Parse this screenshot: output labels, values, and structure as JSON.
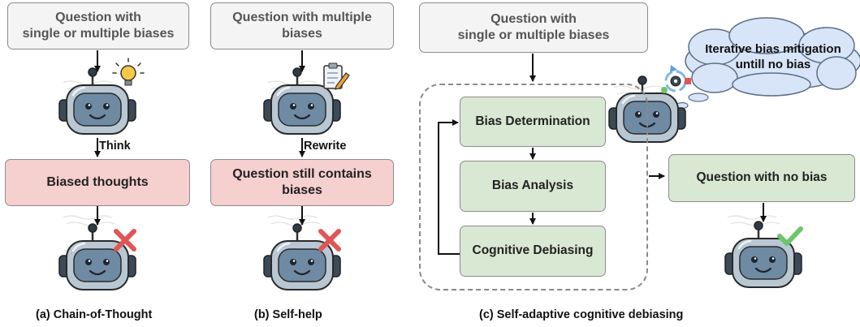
{
  "panels": {
    "a": {
      "question": "Question with\nsingle or multiple biases",
      "action": "Think",
      "result": "Biased thoughts",
      "caption": "(a) Chain-of-Thought",
      "outcome_icon": "cross-icon",
      "tool_icon": "lightbulb-icon"
    },
    "b": {
      "question": "Question with multiple\nbiases",
      "action": "Rewrite",
      "result": "Question still contains\nbiases",
      "caption": "(b) Self-help",
      "outcome_icon": "cross-icon",
      "tool_icon": "clipboard-pencil-icon"
    },
    "c": {
      "question": "Question with\nsingle or multiple biases",
      "steps": [
        "Bias Determination",
        "Bias Analysis",
        "Cognitive Debiasing"
      ],
      "thought": "Iterative bias mitigation\nuntill no bias",
      "result": "Question with no bias",
      "caption": "(c) Self-adaptive cognitive debiasing",
      "outcome_icon": "check-icon",
      "tool_icon": "gear-cycle-icon"
    }
  },
  "colors": {
    "question_fill": "#f4f4f4",
    "biased_fill": "#f6cfcf",
    "step_fill": "#d9e8d3",
    "cross": "#e05555",
    "check": "#6ec46a",
    "cloud": "#d8e4f8"
  }
}
